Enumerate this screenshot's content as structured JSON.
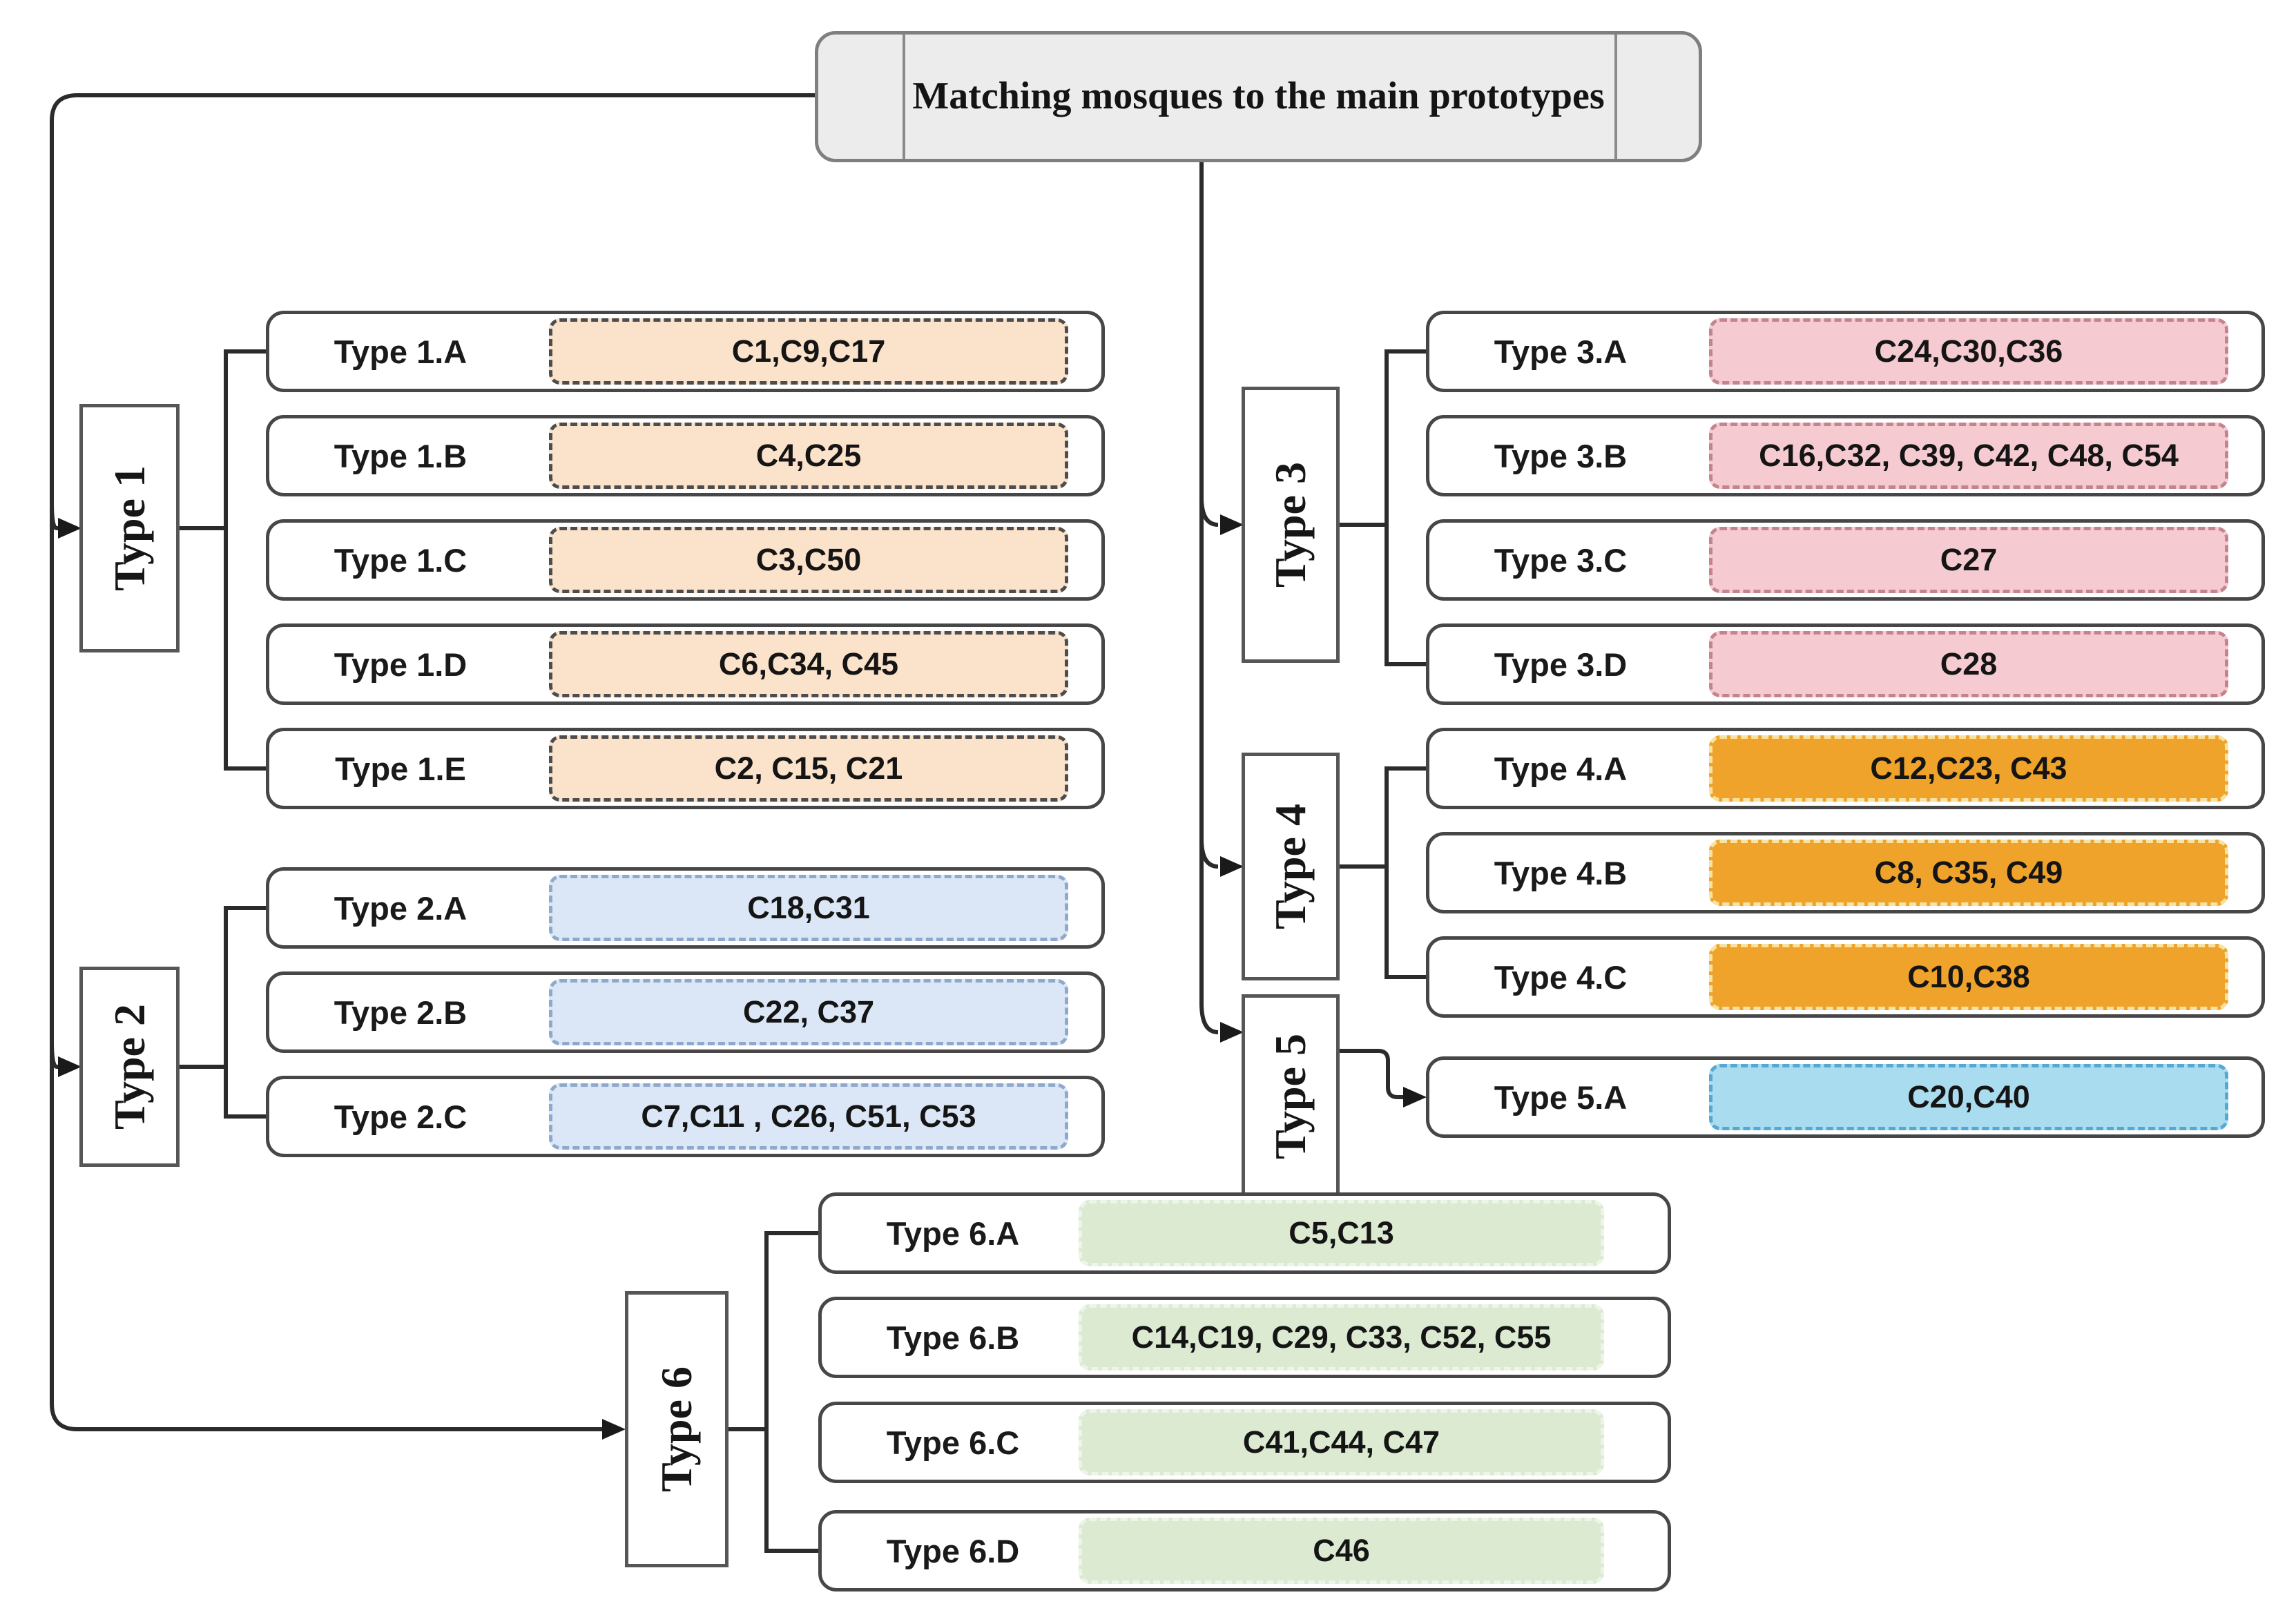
{
  "title": {
    "text": "Matching mosques to the main prototypes"
  },
  "groups": [
    {
      "label": "Type 1",
      "fill": "#FBE2CA",
      "dash": "#4D4D4D",
      "children": [
        {
          "label": "Type 1.A",
          "codes": "C1,C9,C17"
        },
        {
          "label": "Type 1.B",
          "codes": "C4,C25"
        },
        {
          "label": "Type 1.C",
          "codes": "C3,C50"
        },
        {
          "label": "Type 1.D",
          "codes": "C6,C34, C45"
        },
        {
          "label": "Type 1.E",
          "codes": "C2, C15, C21"
        }
      ]
    },
    {
      "label": "Type 2",
      "fill": "#DBE7F6",
      "dash": "#8FA9CC",
      "children": [
        {
          "label": "Type 2.A",
          "codes": "C18,C31"
        },
        {
          "label": "Type 2.B",
          "codes": "C22, C37"
        },
        {
          "label": "Type 2.C",
          "codes": "C7,C11 , C26, C51, C53"
        }
      ]
    },
    {
      "label": "Type 3",
      "fill": "#F5CBD1",
      "dash": "#C4848D",
      "children": [
        {
          "label": "Type 3.A",
          "codes": "C24,C30,C36"
        },
        {
          "label": "Type 3.B",
          "codes": "C16,C32, C39, C42, C48, C54"
        },
        {
          "label": "Type 3.C",
          "codes": "C27"
        },
        {
          "label": "Type 3.D",
          "codes": "C28"
        }
      ]
    },
    {
      "label": "Type 4",
      "fill": "#F0A32B",
      "dash": "#F6E3A4",
      "children": [
        {
          "label": "Type 4.A",
          "codes": "C12,C23, C43"
        },
        {
          "label": "Type 4.B",
          "codes": "C8, C35, C49"
        },
        {
          "label": "Type 4.C",
          "codes": "C10,C38"
        }
      ]
    },
    {
      "label": "Type 5",
      "fill": "#A9DCEE",
      "dash": "#57A7D3",
      "children": [
        {
          "label": "Type 5.A",
          "codes": "C20,C40"
        }
      ]
    },
    {
      "label": "Type 6",
      "fill": "#DCEAD2",
      "dash": "#EDF5E8",
      "children": [
        {
          "label": "Type 6.A",
          "codes": "C5,C13"
        },
        {
          "label": "Type 6.B",
          "codes": "C14,C19, C29, C33, C52, C55"
        },
        {
          "label": "Type 6.C",
          "codes": "C41,C44, C47"
        },
        {
          "label": "Type 6.D",
          "codes": "C46"
        }
      ]
    }
  ]
}
